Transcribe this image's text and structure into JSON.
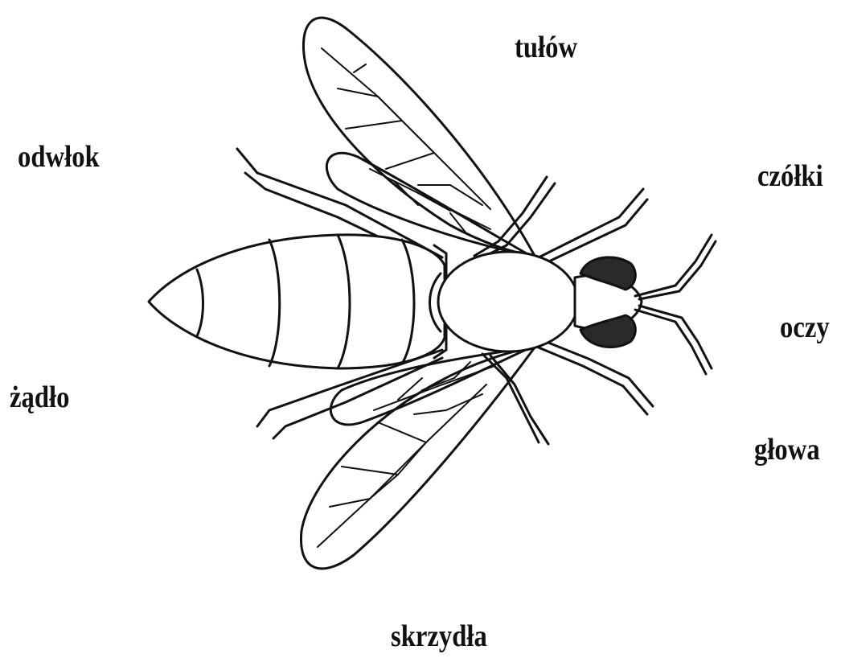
{
  "labels": {
    "tulow": "tułów",
    "odwlok": "odwłok",
    "czolki": "czółki",
    "oczy": "oczy",
    "zadlo": "żądło",
    "glowa": "głowa",
    "skrzydla": "skrzydła"
  },
  "colors": {
    "line": "#111111",
    "background": "#ffffff",
    "eye_fill": "#2a2a2a"
  }
}
